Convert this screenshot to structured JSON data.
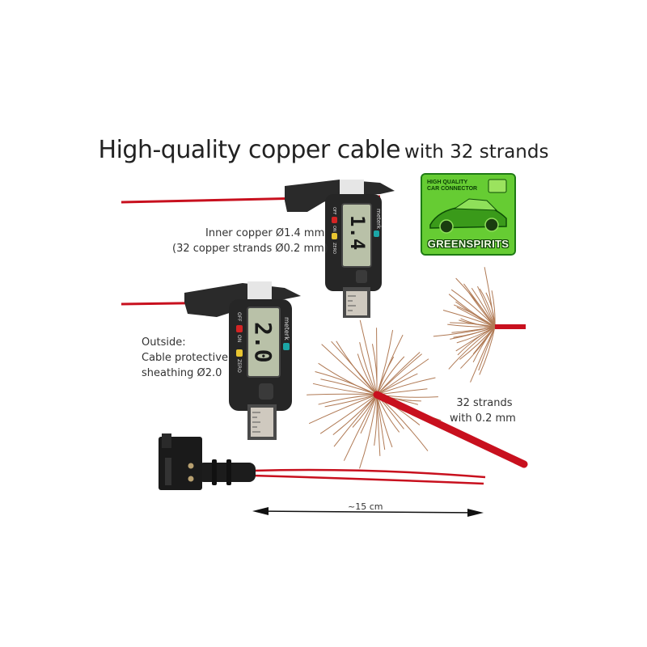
{
  "title": {
    "main": "High-quality copper cable",
    "sub": "with 32 strands"
  },
  "annotations": {
    "inner_line1": "Inner copper Ø1.4 mm",
    "inner_line2": "(32 copper strands Ø0.2 mm)",
    "outer_line1": "Outside:",
    "outer_line2": "Cable protective",
    "outer_line3": "sheathing Ø2.0",
    "strands_line1": "32 strands",
    "strands_line2": "with 0.2 mm",
    "length": "~15 cm"
  },
  "caliper_top": {
    "reading": "1.4",
    "brand": "meterk",
    "btn_off": "OFF",
    "btn_on": "ON",
    "btn_zero": "ZERO"
  },
  "caliper_bottom": {
    "reading": "2.0",
    "brand": "meterk",
    "btn_off": "OFF",
    "btn_on": "ON",
    "btn_zero": "ZERO"
  },
  "logo": {
    "line1": "HIGH QUALITY",
    "line2": "CAR CONNECTOR",
    "name": "GREENSPIRITS"
  },
  "colors": {
    "cable": "#c8101e",
    "copper": "#b07a55",
    "caliper": "#2a2a2a",
    "lcd": "#b9c1a8",
    "logo_green": "#5fc42a"
  }
}
